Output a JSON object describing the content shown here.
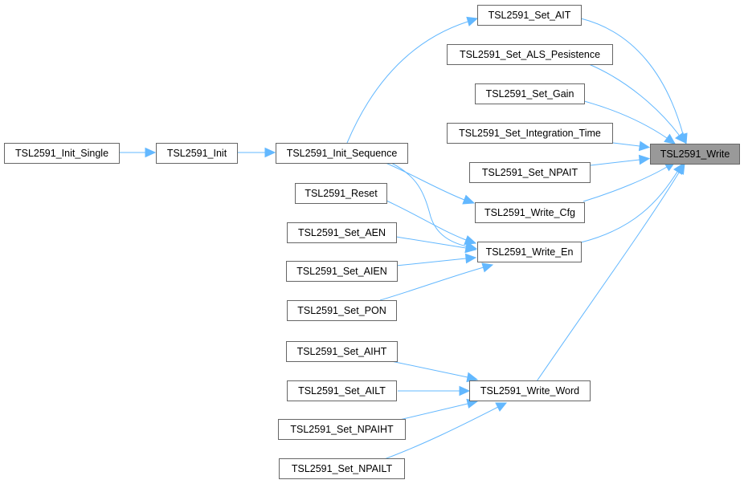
{
  "nodes": {
    "write": "TSL2591_Write",
    "set_ait": "TSL2591_Set_AIT",
    "set_als_pesistence": "TSL2591_Set_ALS_Pesistence",
    "set_gain": "TSL2591_Set_Gain",
    "set_integration_time": "TSL2591_Set_Integration_Time",
    "set_npait": "TSL2591_Set_NPAIT",
    "write_cfg": "TSL2591_Write_Cfg",
    "write_en": "TSL2591_Write_En",
    "write_word": "TSL2591_Write_Word",
    "init_sequence": "TSL2591_Init_Sequence",
    "init": "TSL2591_Init",
    "init_single": "TSL2591_Init_Single",
    "reset": "TSL2591_Reset",
    "set_aen": "TSL2591_Set_AEN",
    "set_aien": "TSL2591_Set_AIEN",
    "set_pon": "TSL2591_Set_PON",
    "set_aiht": "TSL2591_Set_AIHT",
    "set_ailt": "TSL2591_Set_AILT",
    "set_npaiht": "TSL2591_Set_NPAIHT",
    "set_npailt": "TSL2591_Set_NPAILT"
  },
  "colors": {
    "edge": "#63b8ff",
    "node_border": "#666666",
    "highlight_fill": "#999999"
  }
}
